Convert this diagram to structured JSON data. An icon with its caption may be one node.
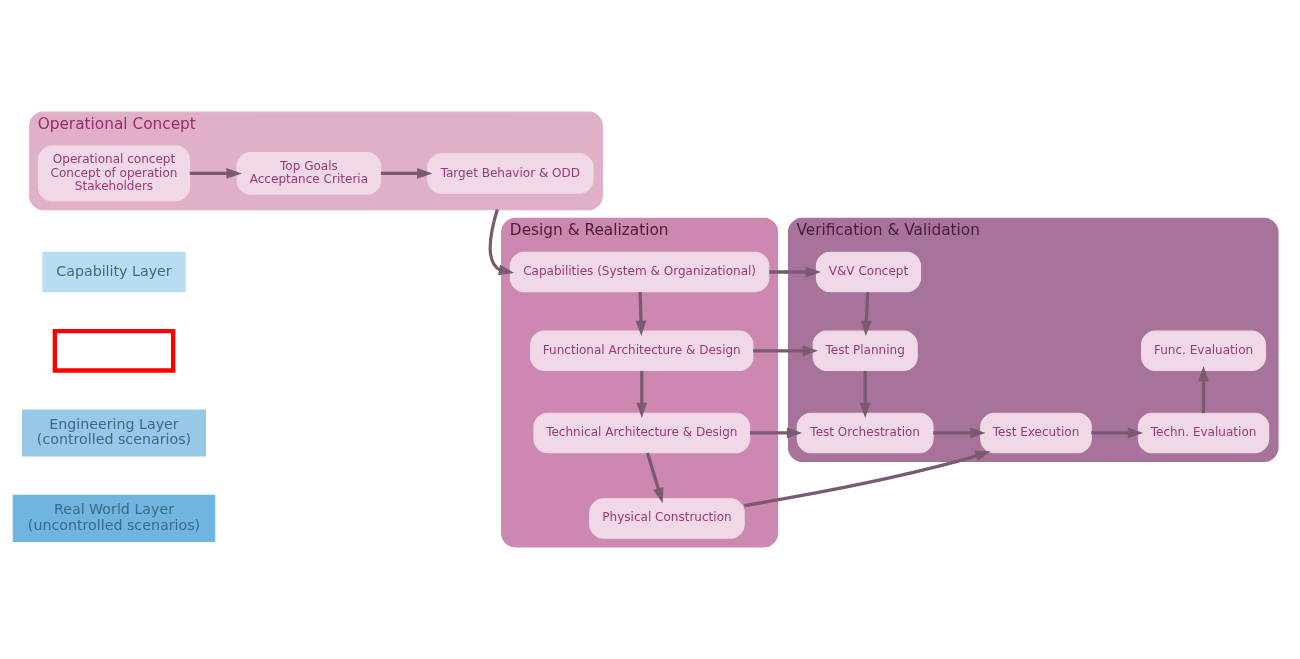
{
  "diagram": {
    "nodes": [
      {
        "text": [
          "Operational Concept"
        ]
      },
      {
        "text": [
          "Operational concept",
          "Concept of operation",
          "Stakeholders"
        ],
        "in": 0
      },
      {
        "text": [
          "Top Goals",
          "Acceptance Criteria"
        ],
        "in": 0
      },
      {
        "text": [
          "Target Behavior & ODD"
        ],
        "in": 0
      },
      {
        "text": [
          "Design & Realization"
        ]
      },
      {
        "text": [
          "Capabilities (System & Organizational)"
        ],
        "in": 4
      },
      {
        "text": [
          "Functional Architecture & Design"
        ],
        "in": 4
      },
      {
        "text": [
          "Technical Architecture & Design"
        ],
        "in": 4
      },
      {
        "text": [
          "Physical Construction"
        ],
        "in": 4
      },
      {
        "text": [
          "Verification & Validation"
        ]
      },
      {
        "text": [
          "V&V Concept"
        ],
        "in": 9
      },
      {
        "text": [
          "Test Planning"
        ],
        "in": 9
      },
      {
        "text": [
          "Test Orchestration"
        ],
        "in": 9
      },
      {
        "text": [
          "Test Execution"
        ],
        "in": 9
      },
      {
        "text": [
          "Techn. Evaluation"
        ],
        "in": 9
      },
      {
        "text": [
          "Func. Evaluation"
        ],
        "in": 9
      },
      {
        "text": [
          "Capability Layer"
        ]
      },
      {
        "text": [
          "Engineering Layer",
          "(controlled scenarios)"
        ]
      },
      {
        "text": [
          "Real World Layer",
          "(uncontrolled scenarios)"
        ]
      },
      {
        "text": [],
        "shape": "box"
      }
    ],
    "edges": [
      {
        "from": 1,
        "to": 2,
        "arrow": "to"
      },
      {
        "from": 2,
        "to": 3,
        "arrow": "to"
      },
      {
        "from": 0,
        "to": 5,
        "arrow": "to"
      },
      {
        "from": 5,
        "to": 10,
        "arrow": "to"
      },
      {
        "from": 5,
        "to": 6,
        "arrow": "to"
      },
      {
        "from": 10,
        "to": 11,
        "arrow": "to"
      },
      {
        "from": 6,
        "to": 11,
        "arrow": "to"
      },
      {
        "from": 6,
        "to": 7,
        "arrow": "to"
      },
      {
        "from": 11,
        "to": 12,
        "arrow": "to"
      },
      {
        "from": 7,
        "to": 12,
        "arrow": "to"
      },
      {
        "from": 7,
        "to": 8,
        "arrow": "to"
      },
      {
        "from": 12,
        "to": 13,
        "arrow": "to"
      },
      {
        "from": 13,
        "to": 14,
        "arrow": "to"
      },
      {
        "from": 14,
        "to": 15,
        "arrow": "to"
      },
      {
        "from": 8,
        "to": 13,
        "arrow": "to"
      }
    ]
  }
}
